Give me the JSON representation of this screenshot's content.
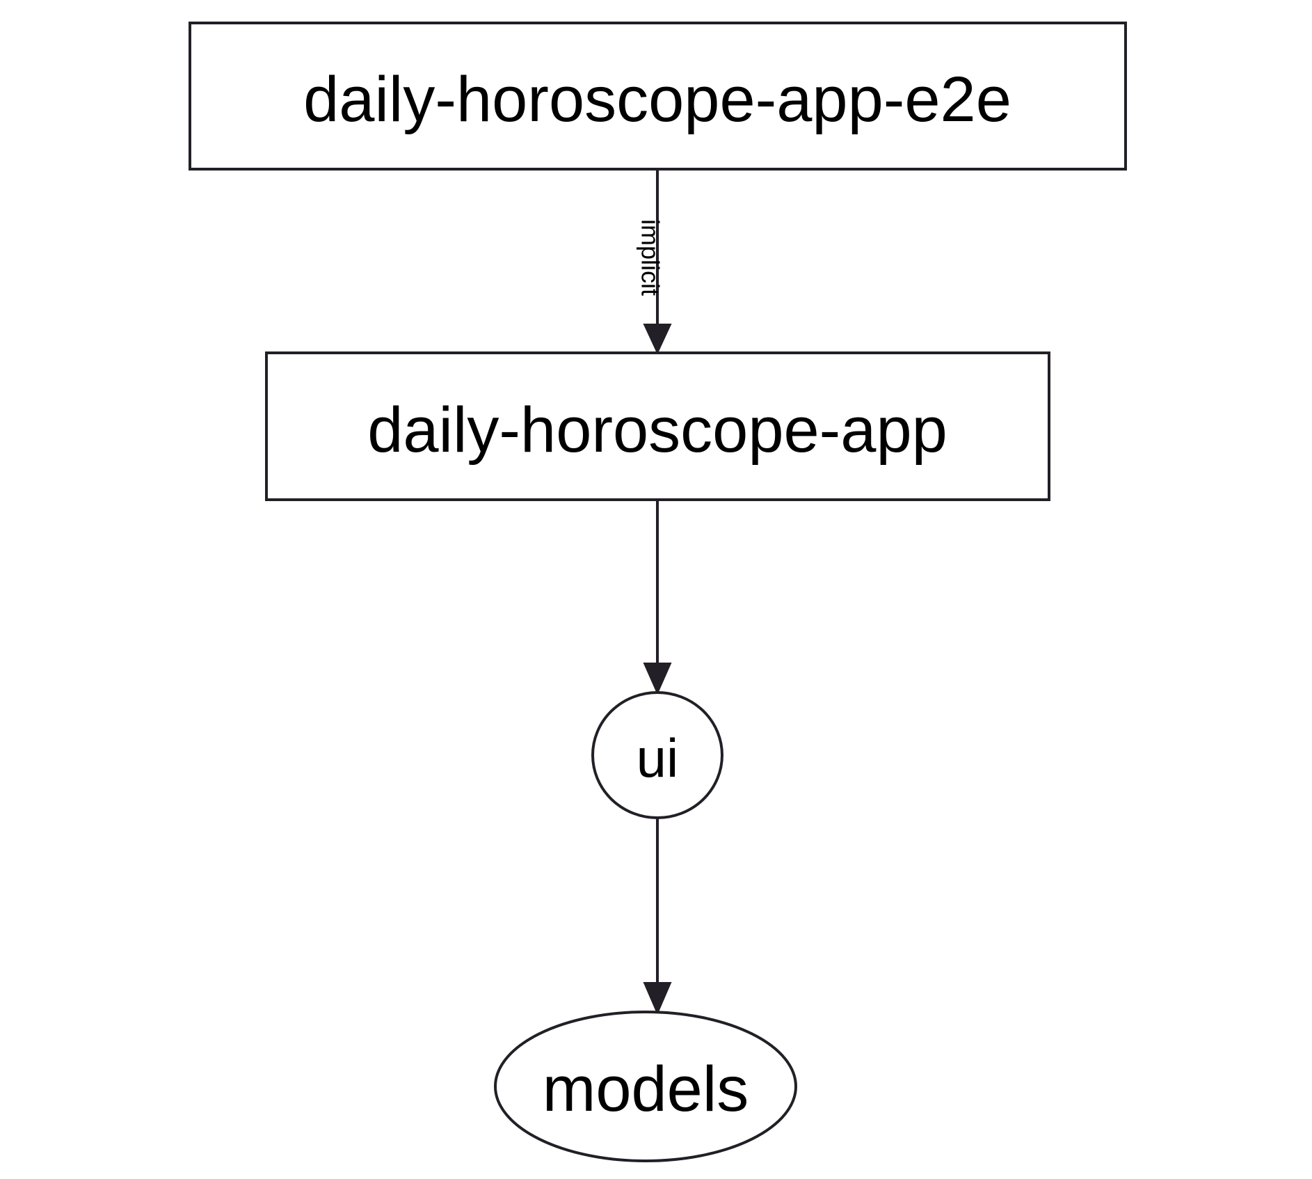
{
  "diagram": {
    "type": "dependency-graph",
    "orientation": "top-to-bottom",
    "background_color": "#ffffff",
    "stroke_color": "#231f26",
    "text_color": "#000000",
    "nodes": [
      {
        "id": "daily-horoscope-app-e2e",
        "label": "daily-horoscope-app-e2e",
        "shape": "rectangle"
      },
      {
        "id": "daily-horoscope-app",
        "label": "daily-horoscope-app",
        "shape": "rectangle"
      },
      {
        "id": "ui",
        "label": "ui",
        "shape": "ellipse"
      },
      {
        "id": "models",
        "label": "models",
        "shape": "ellipse"
      }
    ],
    "edges": [
      {
        "from": "daily-horoscope-app-e2e",
        "to": "daily-horoscope-app",
        "label": "implicit",
        "label_orientation": "vertical"
      },
      {
        "from": "daily-horoscope-app",
        "to": "ui",
        "label": ""
      },
      {
        "from": "ui",
        "to": "models",
        "label": ""
      }
    ]
  }
}
